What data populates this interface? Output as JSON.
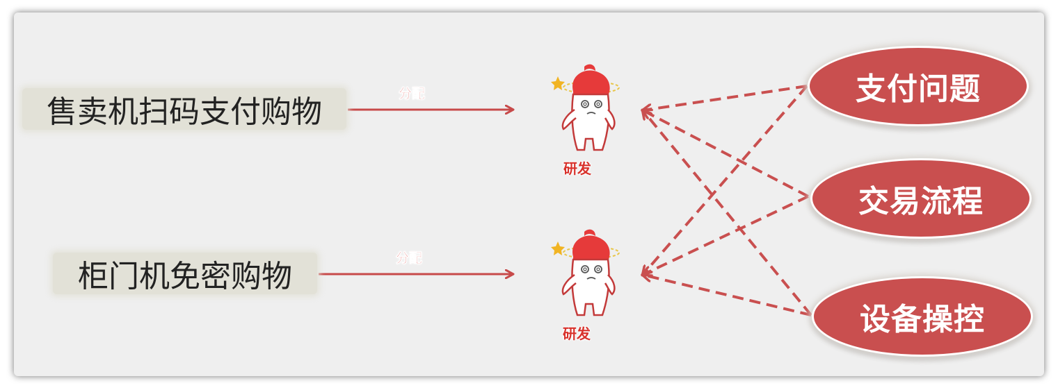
{
  "sources": [
    {
      "label": "售卖机扫码支付购物"
    },
    {
      "label": "柜门机免密购物"
    }
  ],
  "edges": {
    "assign_label": "分配"
  },
  "developers": [
    {
      "label": "研发"
    },
    {
      "label": "研发"
    }
  ],
  "topics": [
    {
      "label": "支付问题"
    },
    {
      "label": "交易流程"
    },
    {
      "label": "设备操控"
    }
  ],
  "colors": {
    "background": "#efefef",
    "source_box": "#e2e1d7",
    "arrow": "#c74a4a",
    "topic_fill": "#c94f4f",
    "label_red": "#d8312b"
  },
  "icons": {
    "developer": "confused-mascot-icon"
  }
}
